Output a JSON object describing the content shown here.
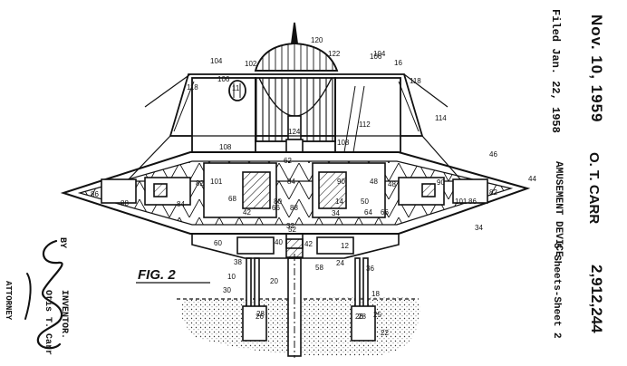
{
  "header": {
    "date": "Nov. 10, 1959",
    "filed": "Filed Jan. 22, 1958",
    "inventor_name": "O. T. CARR",
    "title": "AMUSEMENT DEVICE",
    "sheets": "5 Sheets-Sheet 2",
    "patent_number": "2,912,244"
  },
  "signature": {
    "by": "BY",
    "inventor_label": "INVENTOR.",
    "inventor_signed": "Otis T. Carr",
    "attorney_label": "ATTORNEY"
  },
  "figure": {
    "label": "FIG. 2",
    "callouts": [
      "120",
      "102",
      "122",
      "104",
      "106",
      "16",
      "104",
      "118",
      "106",
      "11",
      "108",
      "112",
      "114",
      "118",
      "124",
      "108",
      "62",
      "46",
      "44",
      "86",
      "88",
      "84",
      "82",
      "101",
      "90",
      "48",
      "48",
      "90",
      "101",
      "82",
      "86",
      "88",
      "84",
      "68",
      "66",
      "80",
      "42",
      "14",
      "50",
      "66",
      "64",
      "34",
      "52",
      "32",
      "34",
      "60",
      "40",
      "42",
      "12",
      "38",
      "58",
      "24",
      "36",
      "10",
      "30",
      "20",
      "18",
      "28",
      "28",
      "22",
      "25",
      "26",
      "26"
    ]
  }
}
